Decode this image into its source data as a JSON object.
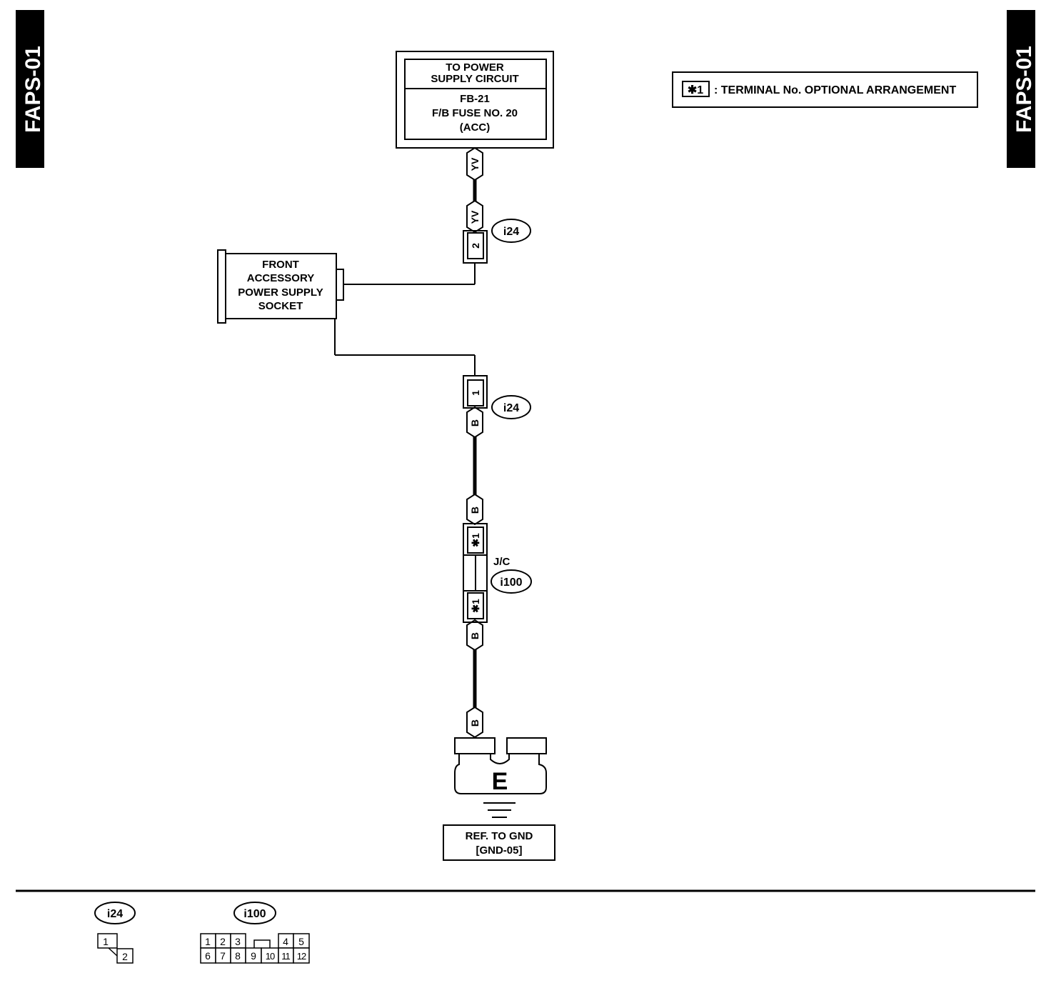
{
  "page": {
    "code_left": "FAPS-01",
    "code_right": "FAPS-01"
  },
  "legend": {
    "symbol": "✱1",
    "text": ": TERMINAL No. OPTIONAL ARRANGEMENT"
  },
  "power_supply_box": {
    "title_line1": "TO POWER",
    "title_line2": "SUPPLY CIRCUIT",
    "line1": "FB-21",
    "line2": "F/B FUSE NO. 20",
    "line3": "(ACC)"
  },
  "socket_box": {
    "line1": "FRONT",
    "line2": "ACCESSORY",
    "line3": "POWER SUPPLY",
    "line4": "SOCKET"
  },
  "wires": {
    "yv_top": "YV",
    "yv_bottom": "YV",
    "b_1": "B",
    "b_2": "B",
    "b_3": "B",
    "b_4": "B"
  },
  "terminals": {
    "i24_pin2": "2",
    "i24_pin1": "1",
    "jc_upper": "✱1",
    "jc_lower": "✱1"
  },
  "connectors": {
    "i24_upper": "i24",
    "i24_lower": "i24",
    "jc_label": "J/C",
    "i100": "i100"
  },
  "ground": {
    "letter": "E",
    "ref_line1": "REF. TO GND",
    "ref_line2": "[GND-05]"
  },
  "connector_views": {
    "i24": {
      "label": "i24",
      "pins": [
        "1",
        "2"
      ]
    },
    "i100": {
      "label": "i100",
      "top_pins": [
        "1",
        "2",
        "3",
        "4",
        "5"
      ],
      "bottom_pins": [
        "6",
        "7",
        "8",
        "9",
        "10",
        "11",
        "12"
      ]
    }
  }
}
